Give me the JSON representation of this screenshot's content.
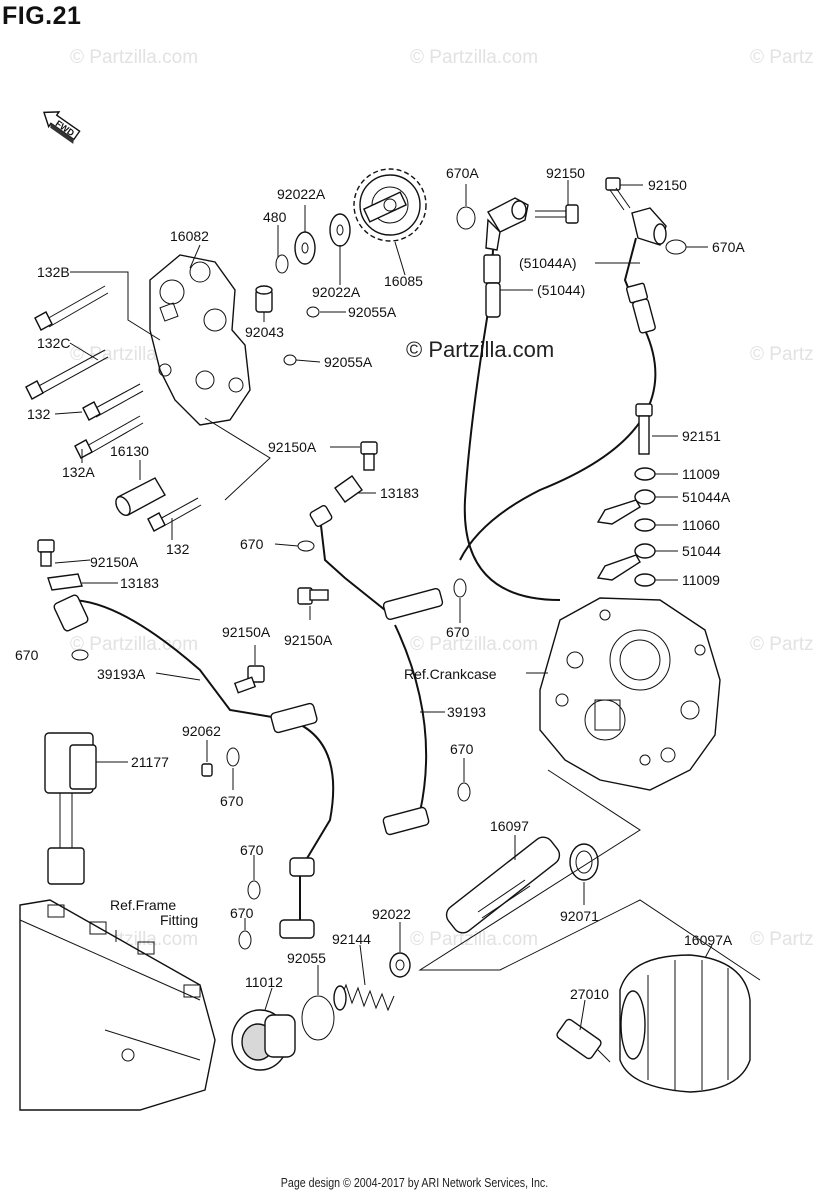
{
  "figure": {
    "title": "FIG.21"
  },
  "watermarks": {
    "main": "© Partzilla.com",
    "faint": "© Partzilla.com",
    "edge": "© Partz"
  },
  "callouts": [
    "132B",
    "132C",
    "132",
    "132A",
    "132",
    "16082",
    "480",
    "92022A",
    "92022A",
    "16085",
    "92043",
    "92055A",
    "92055A",
    "16130",
    "670A",
    "92150",
    "92150",
    "(51044A)",
    "670A",
    "(51044)",
    "92151",
    "11009",
    "51044A",
    "11060",
    "51044",
    "11009",
    "92150A",
    "13183",
    "670",
    "92150A",
    "13183",
    "92150A",
    "670",
    "92150A",
    "670",
    "Ref.Crankcase",
    "39193A",
    "39193",
    "92062",
    "670",
    "21177",
    "670",
    "670",
    "16097",
    "92071",
    "Ref.Frame",
    "Fitting",
    "670",
    "92022",
    "92144",
    "92055",
    "11012",
    "27010",
    "16097A"
  ],
  "fwd_marker": {
    "label": "FWD",
    "icon": "fwd-arrow-icon"
  },
  "footer": {
    "text": "Page design © 2004-2017 by ARI Network Services, Inc."
  }
}
